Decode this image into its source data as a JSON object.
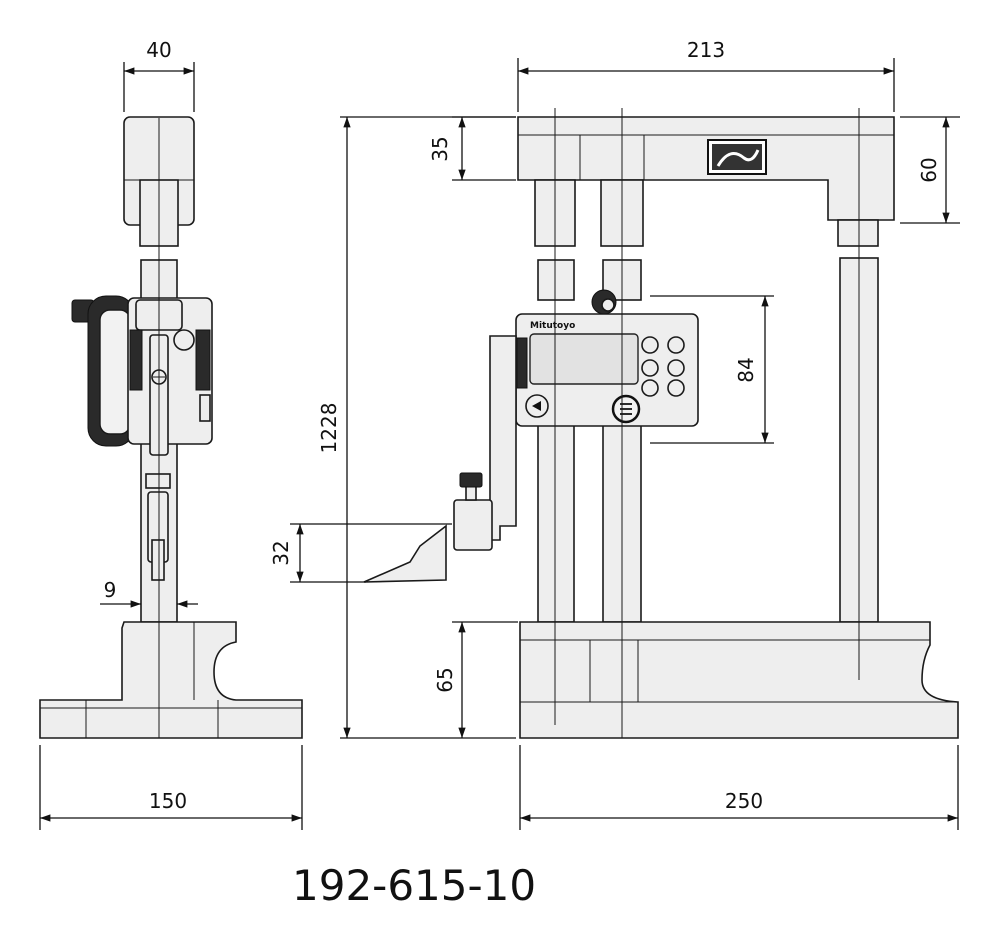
{
  "dimensions": {
    "side_top_width": "40",
    "overall_width": "213",
    "top_beam_thickness": "35",
    "top_beam_depth": "60",
    "slider_height": "84",
    "overall_height": "1228",
    "scriber_height": "32",
    "side_column_width": "9",
    "base_height": "65",
    "side_base_width": "150",
    "front_base_width": "250"
  },
  "display": {
    "brand": "Mitutoyo"
  },
  "model_number": "192-615-10",
  "colors": {
    "part_fill": "#eeeeee",
    "stroke": "#1a1a1a",
    "background": "#ffffff"
  }
}
